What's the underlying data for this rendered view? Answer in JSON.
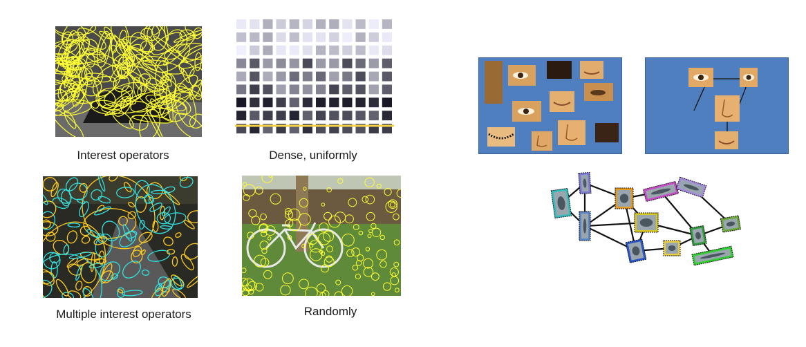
{
  "captions": {
    "interest_operators": "Interest operators",
    "dense_uniformly": "Dense, uniformly",
    "multiple_interest_operators": "Multiple interest operators",
    "randomly": "Randomly"
  },
  "colors": {
    "ellipse_yellow": "#ffff33",
    "ellipse_cyan": "#33e0e0",
    "face_panel_blue": "#4f7fbf",
    "skin": "#d9a15e",
    "grass_green": "#5f8a3a",
    "graph_edge": "#111111",
    "frame_colors": [
      "#33bcbc",
      "#7b78d8",
      "#e79a1e",
      "#c84bc8",
      "#a78be0",
      "#d8c820",
      "#2a55c8",
      "#e8d040",
      "#2e9a3a",
      "#6aa83a",
      "#2ecf2e",
      "#5a86c8"
    ]
  },
  "icons": {
    "face_part_eye": "eye-patch",
    "face_part_nose": "nose-patch",
    "face_part_mouth": "mouth-patch",
    "car_part": "car-part-thumbnail"
  }
}
